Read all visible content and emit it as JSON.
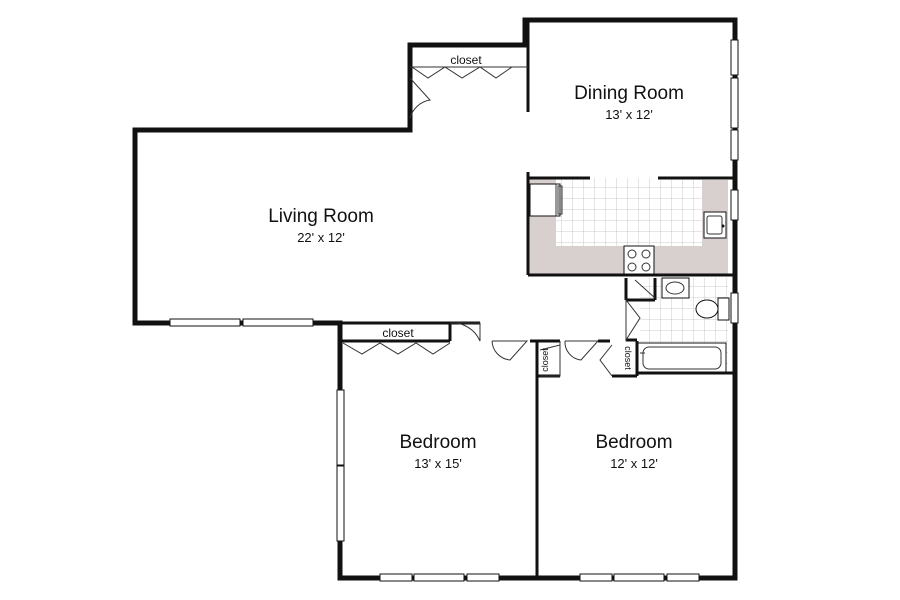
{
  "colors": {
    "wall": "#111111",
    "kitchen_counter": "#d8d0cf",
    "floor_tile": "#ffffff",
    "background": "#ffffff"
  },
  "rooms": {
    "dining": {
      "name": "Dining Room",
      "dims": "13' x 12'"
    },
    "living": {
      "name": "Living Room",
      "dims": "22' x 12'"
    },
    "bedroom1": {
      "name": "Bedroom",
      "dims": "13' x 15'"
    },
    "bedroom2": {
      "name": "Bedroom",
      "dims": "12' x 12'"
    }
  },
  "closets": {
    "top": "closet",
    "bedroom": "closet",
    "small_left": "closet",
    "small_right": "closet"
  },
  "fixtures": [
    "refrigerator-icon",
    "sink-icon",
    "stove-icon",
    "toilet-icon",
    "bathroom-sink-icon",
    "bathtub-icon"
  ]
}
